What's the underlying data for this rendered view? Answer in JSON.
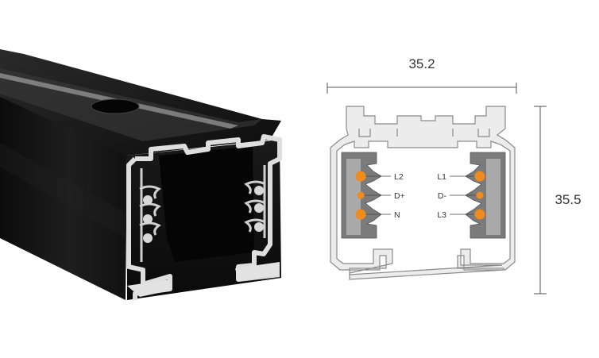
{
  "product_photo": {
    "icon": "black-3-circuit-track-profile-photo"
  },
  "drawing": {
    "width_dimension": "35.2",
    "height_dimension": "35.5",
    "left_conductors": [
      {
        "label": "L2",
        "color": "#f08c1e"
      },
      {
        "label": "D+",
        "color": "#f08c1e"
      },
      {
        "label": "N",
        "color": "#f08c1e"
      }
    ],
    "right_conductors": [
      {
        "label": "L1",
        "color": "#f08c1e"
      },
      {
        "label": "D-",
        "color": "#f08c1e"
      },
      {
        "label": "L3",
        "color": "#f08c1e"
      }
    ]
  },
  "colors": {
    "profile_body": "#161616",
    "aluminium": "#d9d9d9",
    "insulator": "#7a7a7a",
    "conductor": "#f08c1e",
    "dimension_line": "#555555"
  }
}
